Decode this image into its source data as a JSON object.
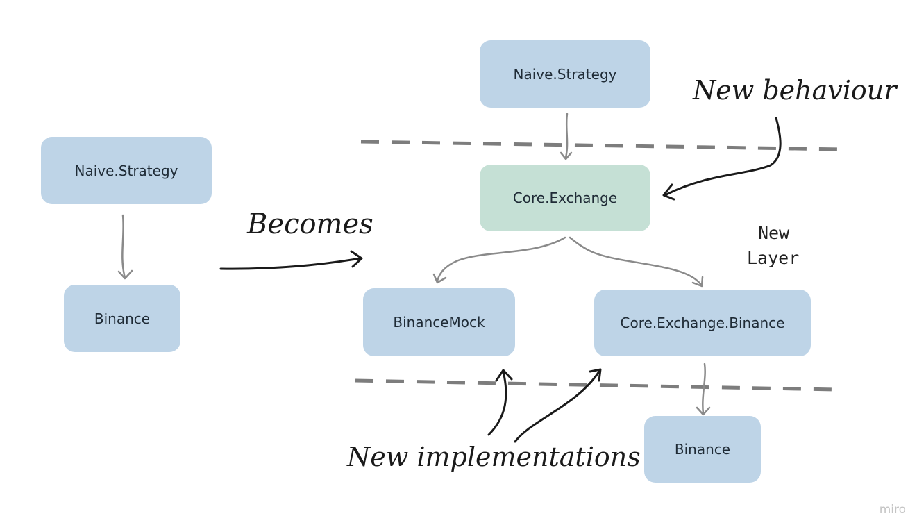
{
  "boxes": {
    "left_strategy": "Naive.Strategy",
    "left_binance": "Binance",
    "top_strategy": "Naive.Strategy",
    "core_exchange": "Core.Exchange",
    "binance_mock": "BinanceMock",
    "core_exchange_binance": "Core.Exchange.Binance",
    "bottom_binance": "Binance"
  },
  "annotations": {
    "becomes": "Becomes",
    "new_behaviour": "New behaviour",
    "new_layer_line1": "New",
    "new_layer_line2": "Layer",
    "new_implementations": "New implementations"
  },
  "watermark": "miro",
  "colors": {
    "box_blue": "#bed4e7",
    "box_green": "#c5e0d5",
    "connector_gray": "#8a8a8a",
    "dashed_gray": "#7d7d7d",
    "handwriting_black": "#1a1a1a"
  }
}
